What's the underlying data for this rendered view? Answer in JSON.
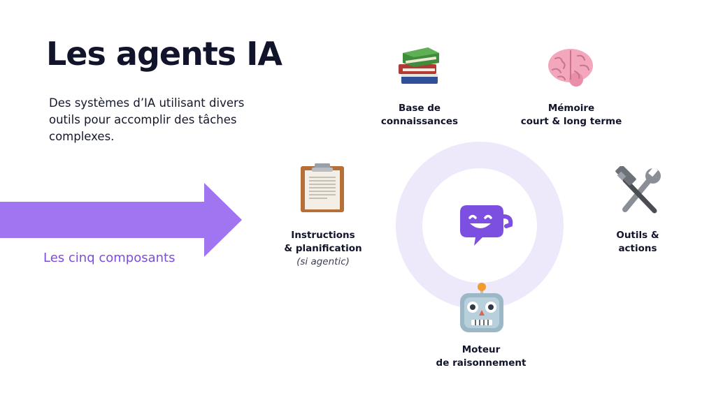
{
  "header": {
    "title": "Les agents IA",
    "subtitle": "Des systèmes d’IA utilisant divers outils pour accomplir des tâches complexes."
  },
  "arrow": {
    "caption": "Les cinq composants",
    "color": "#a174f2"
  },
  "hub": {
    "ring_color": "#eee8fb",
    "icon": "chat-smile-icon",
    "icon_color": "#7d4fe0"
  },
  "components": {
    "knowledge": {
      "icon": "books-icon",
      "line1": "Base de",
      "line2": "connaissances"
    },
    "memory": {
      "icon": "brain-icon",
      "line1": "Mémoire",
      "line2": "court & long terme"
    },
    "instructions": {
      "icon": "clipboard-icon",
      "line1": "Instructions",
      "line2": "& planification",
      "note": "(si agentic)"
    },
    "tools": {
      "icon": "hammer-wrench-icon",
      "line1": "Outils &",
      "line2": "actions"
    },
    "reasoning": {
      "icon": "robot-icon",
      "line1": "Moteur",
      "line2": "de raisonnement"
    }
  }
}
